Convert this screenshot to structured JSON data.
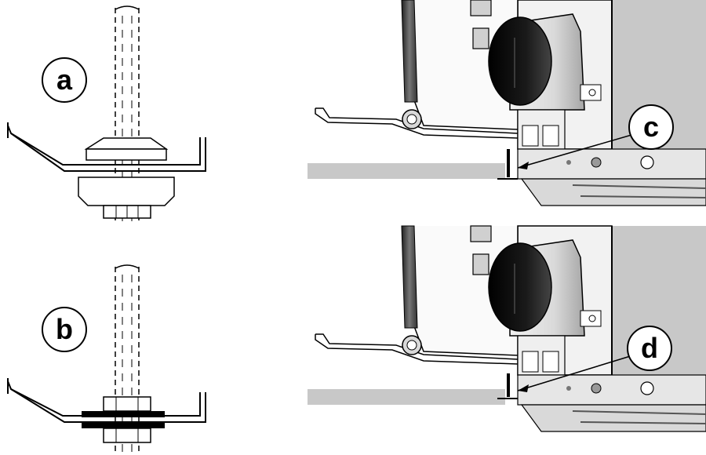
{
  "callouts": {
    "a": "a",
    "b": "b",
    "c": "c",
    "d": "d"
  },
  "colors": {
    "ink": "#000000",
    "panel_gray": "#c8c8c8",
    "light_gray": "#e6e6e6",
    "mid_gray": "#a0a0a0",
    "dark_gray": "#555555",
    "black_cap": "#111111"
  }
}
